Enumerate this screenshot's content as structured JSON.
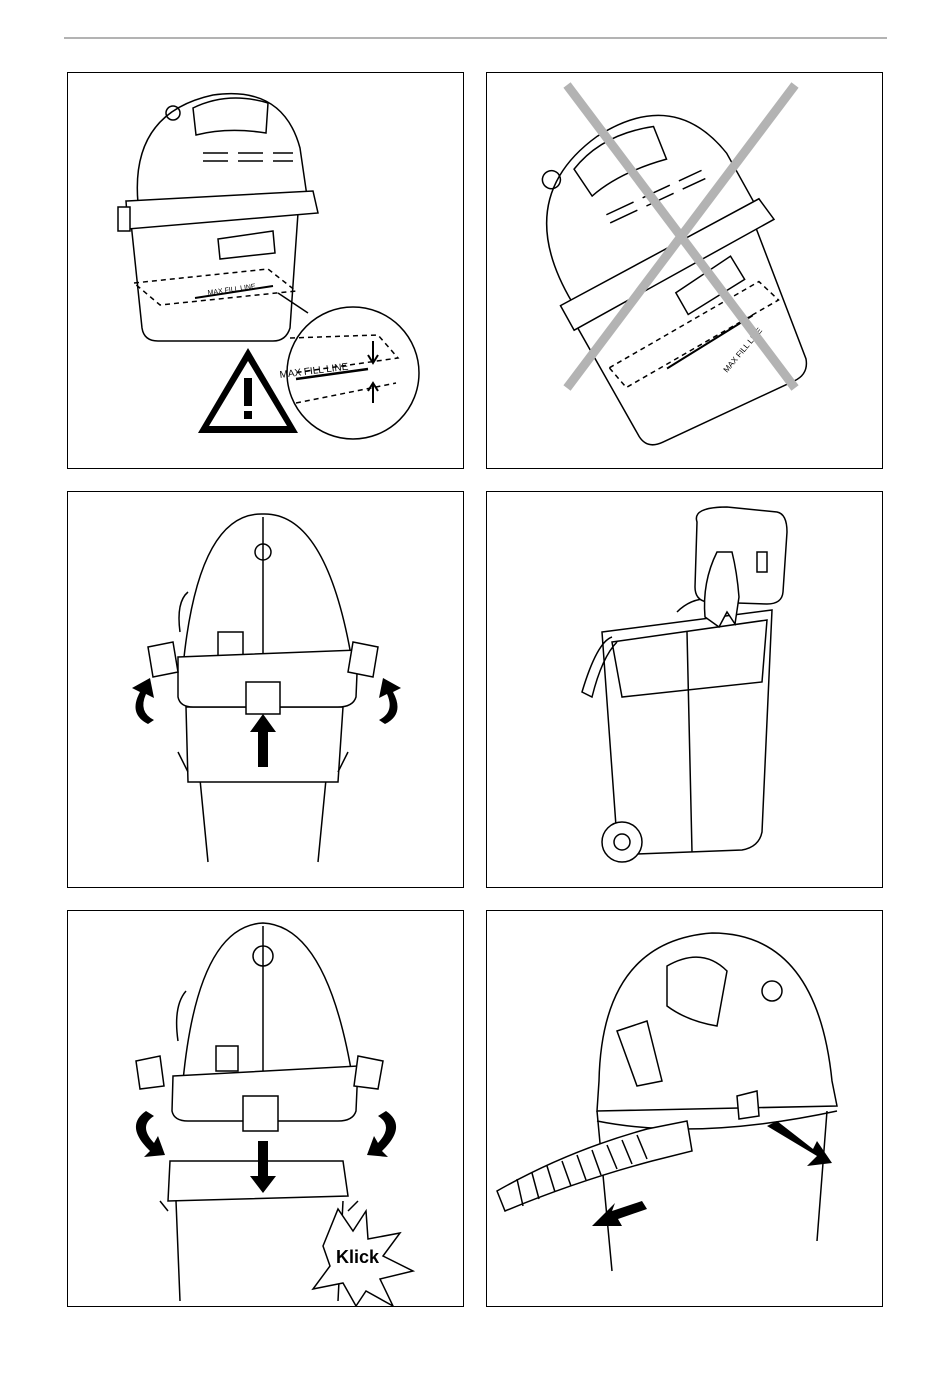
{
  "panels": [
    {
      "id": "p1",
      "label": "MAX FILL LINE",
      "zoom_label": "MAX FILL LINE"
    },
    {
      "id": "p2",
      "label": "MAX FILL LINE"
    },
    {
      "id": "p3"
    },
    {
      "id": "p4"
    },
    {
      "id": "p5",
      "burst_text": "Klick"
    },
    {
      "id": "p6"
    }
  ],
  "colors": {
    "line": "#000000",
    "cross": "#b3b3b3",
    "rule": "#b3b3b3",
    "fill": "#ffffff"
  },
  "icons": [
    "warning-triangle-icon",
    "cross-out-icon",
    "arrow-icon",
    "trash-bin-icon",
    "klick-burst-icon"
  ]
}
